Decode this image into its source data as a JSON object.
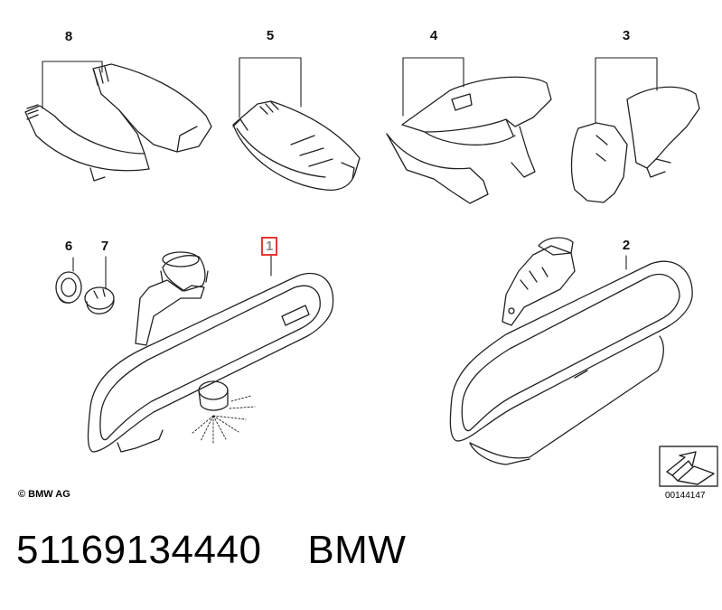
{
  "callouts": [
    {
      "id": "8",
      "label": "8"
    },
    {
      "id": "5",
      "label": "5"
    },
    {
      "id": "4",
      "label": "4"
    },
    {
      "id": "3",
      "label": "3"
    },
    {
      "id": "6",
      "label": "6"
    },
    {
      "id": "7",
      "label": "7"
    },
    {
      "id": "1",
      "label": "1",
      "highlighted": true
    },
    {
      "id": "2",
      "label": "2"
    }
  ],
  "footer": {
    "copyright": "© BMW AG",
    "diagram_id": "00144147"
  },
  "caption": {
    "part_number": "51169134440",
    "brand": "BMW"
  },
  "colors": {
    "line": "#222222",
    "highlight_border": "#e53935",
    "highlight_text": "#8a8a8a"
  }
}
